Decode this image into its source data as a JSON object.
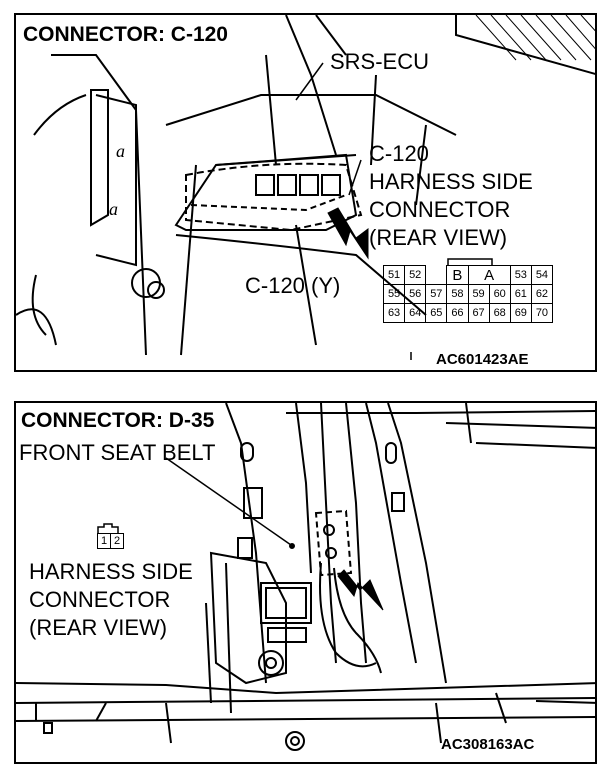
{
  "top_panel": {
    "title": "CONNECTOR: C-120",
    "srs_label": "SRS-ECU",
    "connector_label_lines": [
      "C-120",
      "HARNESS SIDE",
      "CONNECTOR",
      "(REAR VIEW)"
    ],
    "connector_tag": "C-120 (Y)",
    "figure_code": "AC601423AE",
    "pin_rows": [
      [
        "51",
        "52",
        "",
        "B",
        "",
        "A",
        "",
        "53",
        "54"
      ],
      [
        "55",
        "56",
        "57",
        "58",
        "59",
        "60",
        "61",
        "62"
      ],
      [
        "63",
        "64",
        "65",
        "66",
        "67",
        "68",
        "69",
        "70"
      ]
    ]
  },
  "bottom_panel": {
    "title": "CONNECTOR: D-35",
    "seat_label": "FRONT SEAT BELT",
    "connector_label_lines": [
      "HARNESS SIDE",
      "CONNECTOR",
      "(REAR VIEW)"
    ],
    "pins": [
      "1",
      "2"
    ],
    "figure_code": "AC308163AC"
  }
}
